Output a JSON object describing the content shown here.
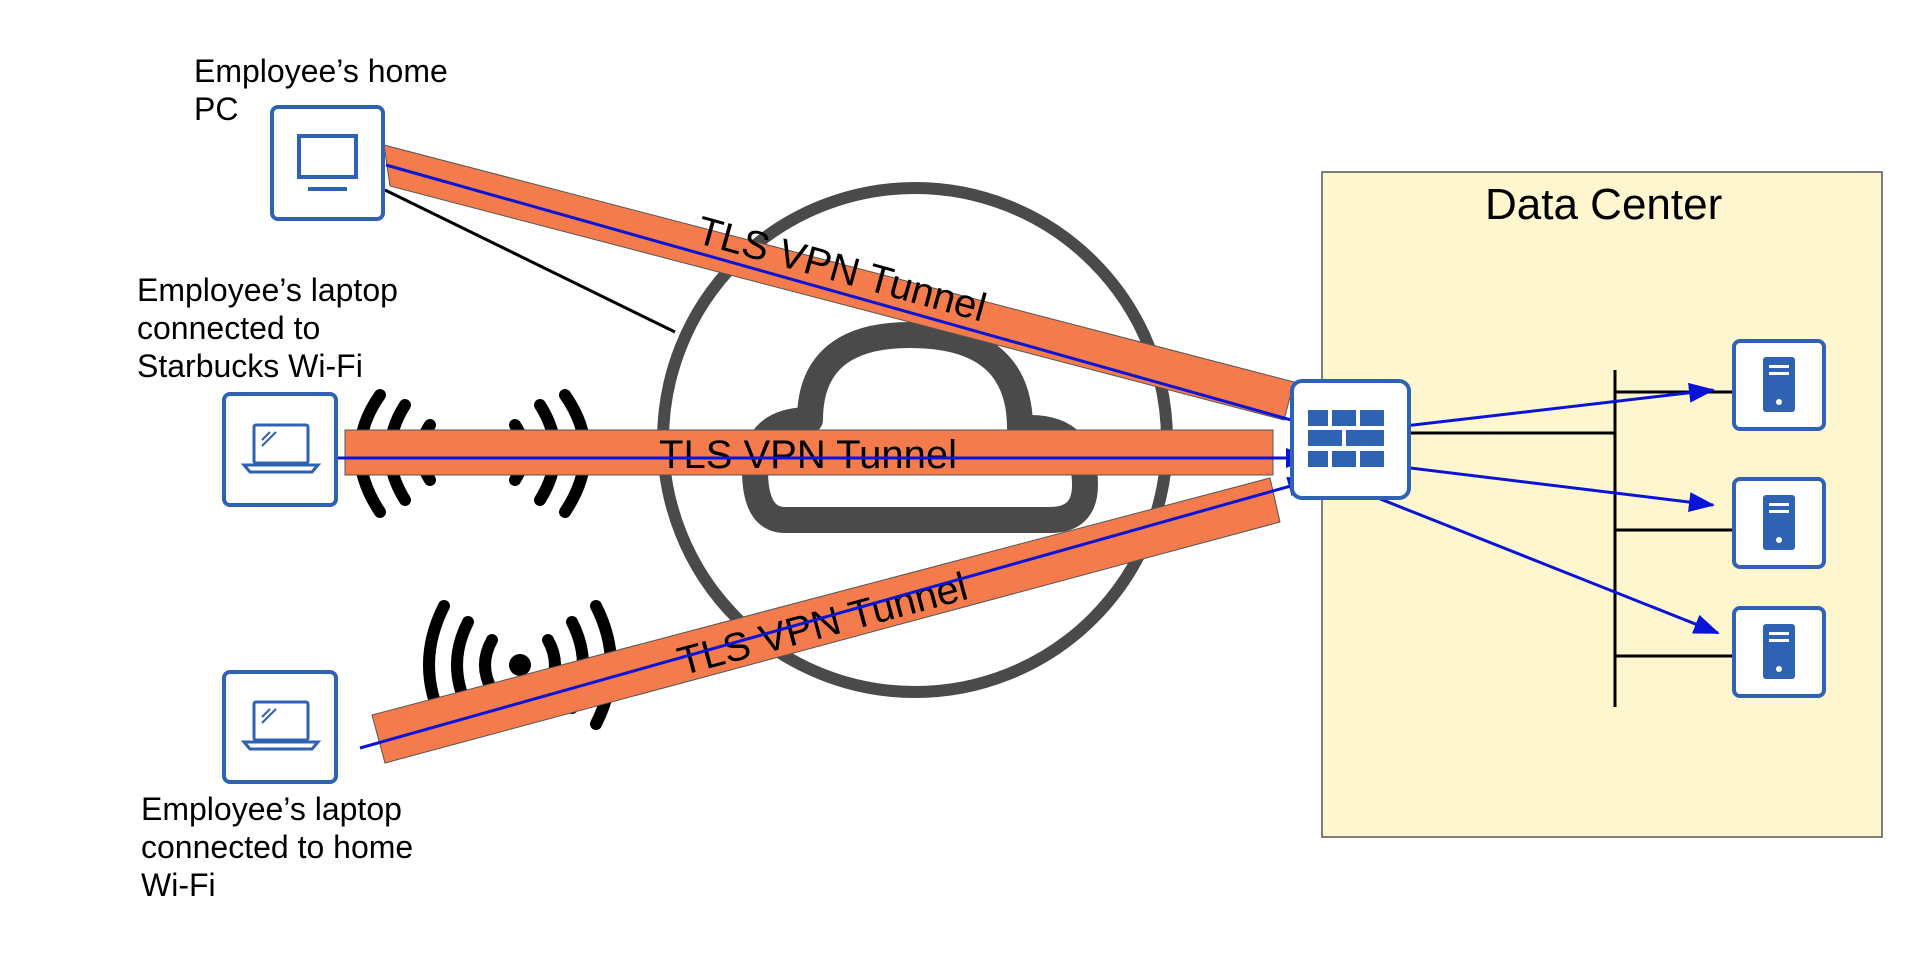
{
  "nodes": {
    "home_pc": {
      "label": "Employee’s home\nPC",
      "icon": "desktop-pc-icon"
    },
    "starbucks_laptop": {
      "label": "Employee’s laptop\nconnected to\nStarbucks Wi-Fi",
      "icon": "laptop-icon"
    },
    "home_laptop": {
      "label": "Employee’s laptop\nconnected to home\nWi-Fi",
      "icon": "laptop-icon"
    },
    "internet": {
      "icon": "cloud-icon"
    },
    "firewall": {
      "icon": "firewall-icon"
    },
    "servers": [
      {
        "icon": "server-icon"
      },
      {
        "icon": "server-icon"
      },
      {
        "icon": "server-icon"
      }
    ]
  },
  "data_center": {
    "title": "Data Center"
  },
  "tunnels": [
    {
      "label": "TLS VPN Tunnel",
      "from": "home_pc",
      "to": "firewall"
    },
    {
      "label": "TLS VPN Tunnel",
      "from": "starbucks_laptop",
      "to": "firewall"
    },
    {
      "label": "TLS VPN Tunnel",
      "from": "home_laptop",
      "to": "firewall"
    }
  ],
  "colors": {
    "tunnel_fill": "#f47c4c",
    "arrow": "#0a14d6",
    "icon_blue": "#2f62b2",
    "data_center_fill": "#fdf6cf",
    "cloud_gray": "#4a4a4a"
  }
}
